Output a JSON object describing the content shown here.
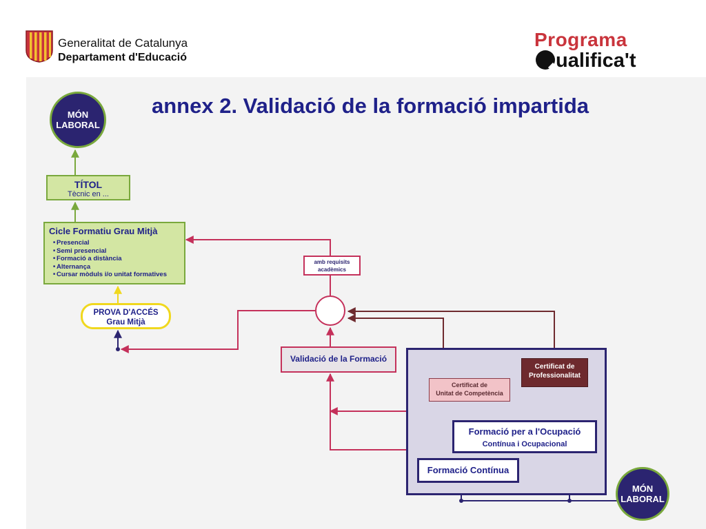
{
  "header": {
    "org_name": "Generalitat de Catalunya",
    "dept_name": "Departament d'Educació",
    "program_label": "Programa",
    "program_logo": "ualifica't"
  },
  "title": "annex 2. Validació de la formació impartida",
  "nodes": {
    "mon_laboral_top": [
      "MÓN",
      "LABORAL"
    ],
    "titol": {
      "title": "TÍTOL",
      "subtitle": "Tècnic en ..."
    },
    "cicle": {
      "title": "Cicle Formatiu Grau Mitjà",
      "items": [
        "Presencial",
        "Semi presencial",
        "Formació a distància",
        "Alternança",
        "Cursar mòduls i/o unitat formatives"
      ]
    },
    "prova": [
      "PROVA D'ACCÉS",
      "Grau Mitjà"
    ],
    "requisits": [
      "amb requisits",
      "acadèmics"
    ],
    "validacio": "Validació de la Formació",
    "cert_competencia": [
      "Certificat de",
      "Unitat de Competència"
    ],
    "cert_professionalitat": [
      "Certificat de",
      "Professionalitat"
    ],
    "formacio_ocupacio": {
      "title": "Formació per a l'Ocupació",
      "subtitle": "Contínua i Ocupacional"
    },
    "formacio_continua": "Formació Contínua",
    "mon_laboral_bottom": [
      "MÓN",
      "LABORAL"
    ]
  },
  "colors": {
    "green": "#79a83c",
    "navy": "#2b2470",
    "crimson": "#c4305a",
    "maroon": "#6e2a2e",
    "yellow": "#f0d81e",
    "title_blue": "#1f2189",
    "brand_red": "#c9343c"
  }
}
